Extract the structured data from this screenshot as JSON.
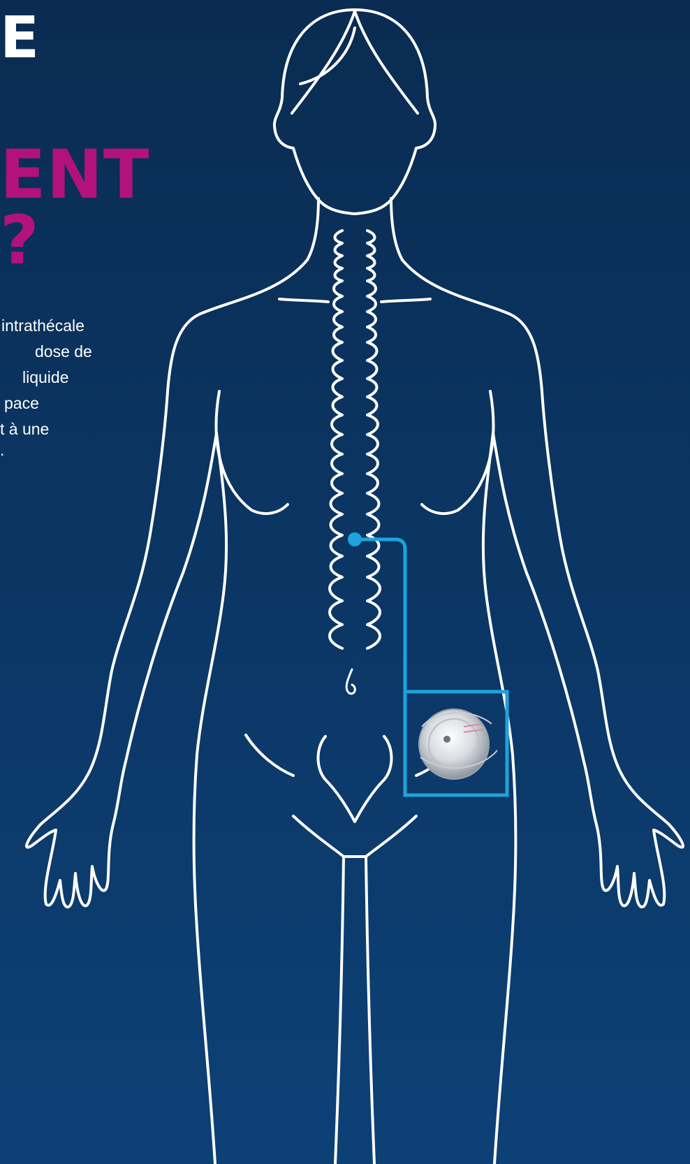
{
  "heading": {
    "top_fragment": "E",
    "pink_line_1": "ENT",
    "pink_line_2": "?"
  },
  "body_text_fragments": [
    "intrathécale",
    "dose de",
    "liquide",
    "pace",
    "t à une",
    "."
  ],
  "colors": {
    "background_top": "#0a2c52",
    "background_bottom": "#0d4176",
    "heading_pink": "#b3127d",
    "outline": "#ffffff",
    "catheter_blue": "#1fa3dc"
  },
  "icons": [
    "implanted-pump-icon",
    "spine-icon",
    "catheter-tip-icon",
    "human-body-outline-icon"
  ]
}
